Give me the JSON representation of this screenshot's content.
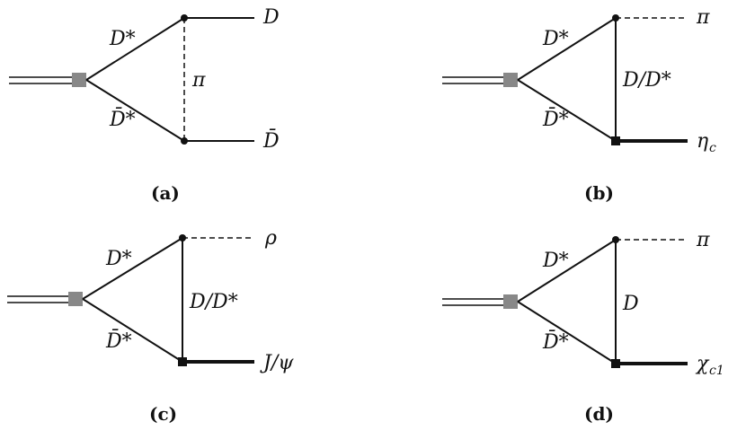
{
  "diagrams": {
    "a": {
      "caption": "(a)",
      "upper_internal": "D*",
      "lower_internal": "D̄*",
      "exchange": "π",
      "out_top": "D",
      "out_bottom": "D̄"
    },
    "b": {
      "caption": "(b)",
      "upper_internal": "D*",
      "lower_internal": "D̄*",
      "exchange": "D/D*",
      "out_top": "π",
      "out_bottom": "η",
      "out_bottom_sub": "c"
    },
    "c": {
      "caption": "(c)",
      "upper_internal": "D*",
      "lower_internal": "D̄*",
      "exchange": "D/D*",
      "out_top": "ρ",
      "out_bottom": "J/ψ"
    },
    "d": {
      "caption": "(d)",
      "upper_internal": "D*",
      "lower_internal": "D̄*",
      "exchange": "D",
      "out_top": "π",
      "out_bottom": "χ",
      "out_bottom_sub": "c1"
    }
  },
  "colors": {
    "lines": "#111111",
    "source_box": "#888888"
  }
}
